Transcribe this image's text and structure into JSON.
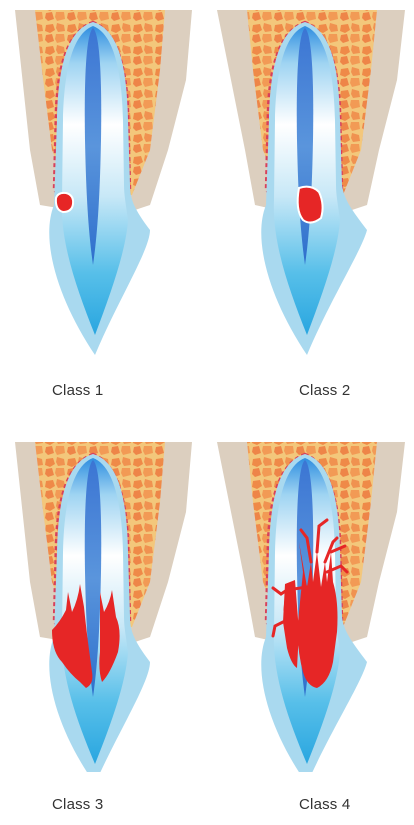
{
  "colors": {
    "bone": "#f08a4a",
    "bone_light": "#f7b36a",
    "marrow": "#f3c77b",
    "tissue": "#dccfbf",
    "tissue_dark": "#cbbca9",
    "ligament": "#d8405a",
    "root_outer": "#a9d9ef",
    "root_mid": "#3fb6e8",
    "canal": "#3d7fd6",
    "enamel_highlight": "#ffffff",
    "resorption": "#e62626"
  },
  "panels": [
    {
      "caption": "Class 1"
    },
    {
      "caption": "Class 2"
    },
    {
      "caption": "Class 3"
    },
    {
      "caption": "Class 4"
    }
  ]
}
